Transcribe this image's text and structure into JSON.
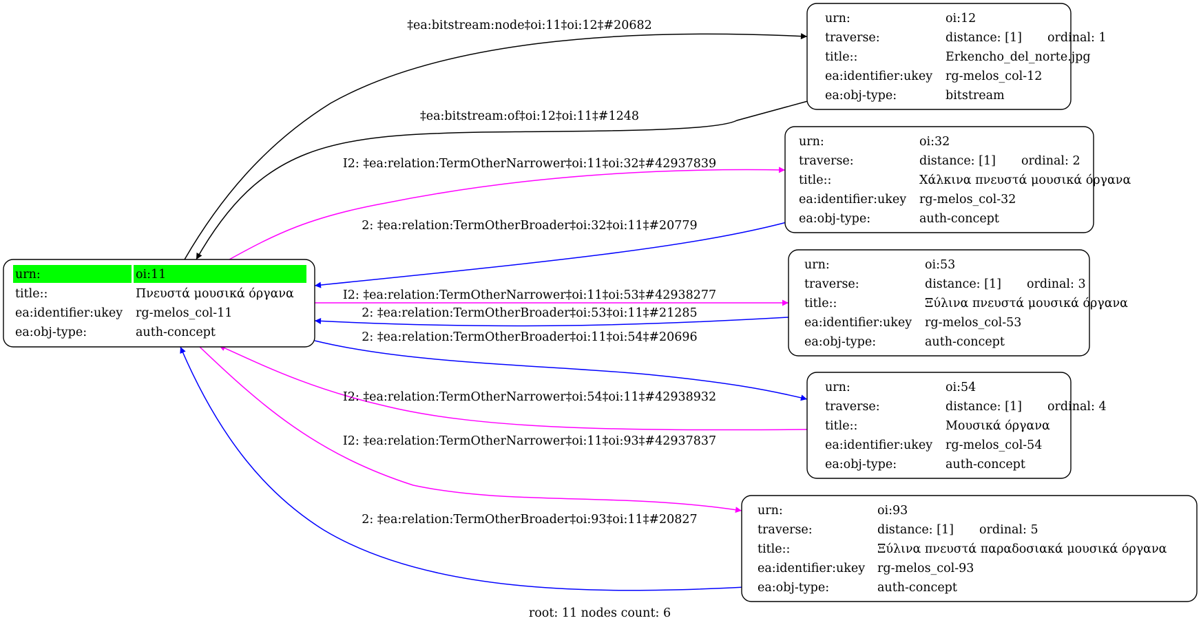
{
  "graph": {
    "footer": "root: 11 nodes count: 6",
    "colors": {
      "root_highlight": "#00ff00",
      "bitstream_edge": "#000000",
      "narrower_edge": "#ff00ff",
      "broader_edge": "#0000ff"
    },
    "root": {
      "id": "oi:11",
      "rows": [
        {
          "key": "urn:",
          "value": "oi:11"
        },
        {
          "key": "title::",
          "value": "Πνευστά μουσικά όργανα"
        },
        {
          "key": "ea:identifier:ukey",
          "value": "rg-melos_col-11"
        },
        {
          "key": "ea:obj-type:",
          "value": "auth-concept"
        }
      ]
    },
    "nodes": [
      {
        "id": "oi:12",
        "urn": "oi:12",
        "distance": "distance: [1]",
        "ordinal": "ordinal: 1",
        "title": "Erkencho_del_norte.jpg",
        "ukey": "rg-melos_col-12",
        "obj_type": "bitstream"
      },
      {
        "id": "oi:32",
        "urn": "oi:32",
        "distance": "distance: [1]",
        "ordinal": "ordinal: 2",
        "title": "Χάλκινα πνευστά μουσικά όργανα",
        "ukey": "rg-melos_col-32",
        "obj_type": "auth-concept"
      },
      {
        "id": "oi:53",
        "urn": "oi:53",
        "distance": "distance: [1]",
        "ordinal": "ordinal: 3",
        "title": "Ξύλινα πνευστά μουσικά όργανα",
        "ukey": "rg-melos_col-53",
        "obj_type": "auth-concept"
      },
      {
        "id": "oi:54",
        "urn": "oi:54",
        "distance": "distance: [1]",
        "ordinal": "ordinal: 4",
        "title": "Μουσικά όργανα",
        "ukey": "rg-melos_col-54",
        "obj_type": "auth-concept"
      },
      {
        "id": "oi:93",
        "urn": "oi:93",
        "distance": "distance: [1]",
        "ordinal": "ordinal: 5",
        "title": "Ξύλινα πνευστά παραδοσιακά μουσικά όργανα",
        "ukey": "rg-melos_col-93",
        "obj_type": "auth-concept"
      }
    ],
    "row_keys": {
      "urn": "urn:",
      "traverse": "traverse:",
      "title": "title::",
      "ukey": "ea:identifier:ukey",
      "obj_type": "ea:obj-type:"
    },
    "edges": [
      {
        "from": "oi:11",
        "to": "oi:12",
        "kind": "bitstream",
        "label": "‡ea:bitstream:node‡oi:11‡oi:12‡#20682"
      },
      {
        "from": "oi:12",
        "to": "oi:11",
        "kind": "bitstream",
        "label": "‡ea:bitstream:of‡oi:12‡oi:11‡#1248"
      },
      {
        "from": "oi:11",
        "to": "oi:32",
        "kind": "narrower",
        "label": "I2: ‡ea:relation:TermOtherNarrower‡oi:11‡oi:32‡#42937839"
      },
      {
        "from": "oi:32",
        "to": "oi:11",
        "kind": "broader",
        "label": "2: ‡ea:relation:TermOtherBroader‡oi:32‡oi:11‡#20779"
      },
      {
        "from": "oi:11",
        "to": "oi:53",
        "kind": "narrower",
        "label": "I2: ‡ea:relation:TermOtherNarrower‡oi:11‡oi:53‡#42938277"
      },
      {
        "from": "oi:53",
        "to": "oi:11",
        "kind": "broader",
        "label": "2: ‡ea:relation:TermOtherBroader‡oi:53‡oi:11‡#21285"
      },
      {
        "from": "oi:11",
        "to": "oi:54",
        "kind": "broader",
        "label": "2: ‡ea:relation:TermOtherBroader‡oi:11‡oi:54‡#20696"
      },
      {
        "from": "oi:54",
        "to": "oi:11",
        "kind": "narrower",
        "label": "I2: ‡ea:relation:TermOtherNarrower‡oi:54‡oi:11‡#42938932"
      },
      {
        "from": "oi:11",
        "to": "oi:93",
        "kind": "narrower",
        "label": "I2: ‡ea:relation:TermOtherNarrower‡oi:11‡oi:93‡#42937837"
      },
      {
        "from": "oi:93",
        "to": "oi:11",
        "kind": "broader",
        "label": "2: ‡ea:relation:TermOtherBroader‡oi:93‡oi:11‡#20827"
      }
    ]
  }
}
